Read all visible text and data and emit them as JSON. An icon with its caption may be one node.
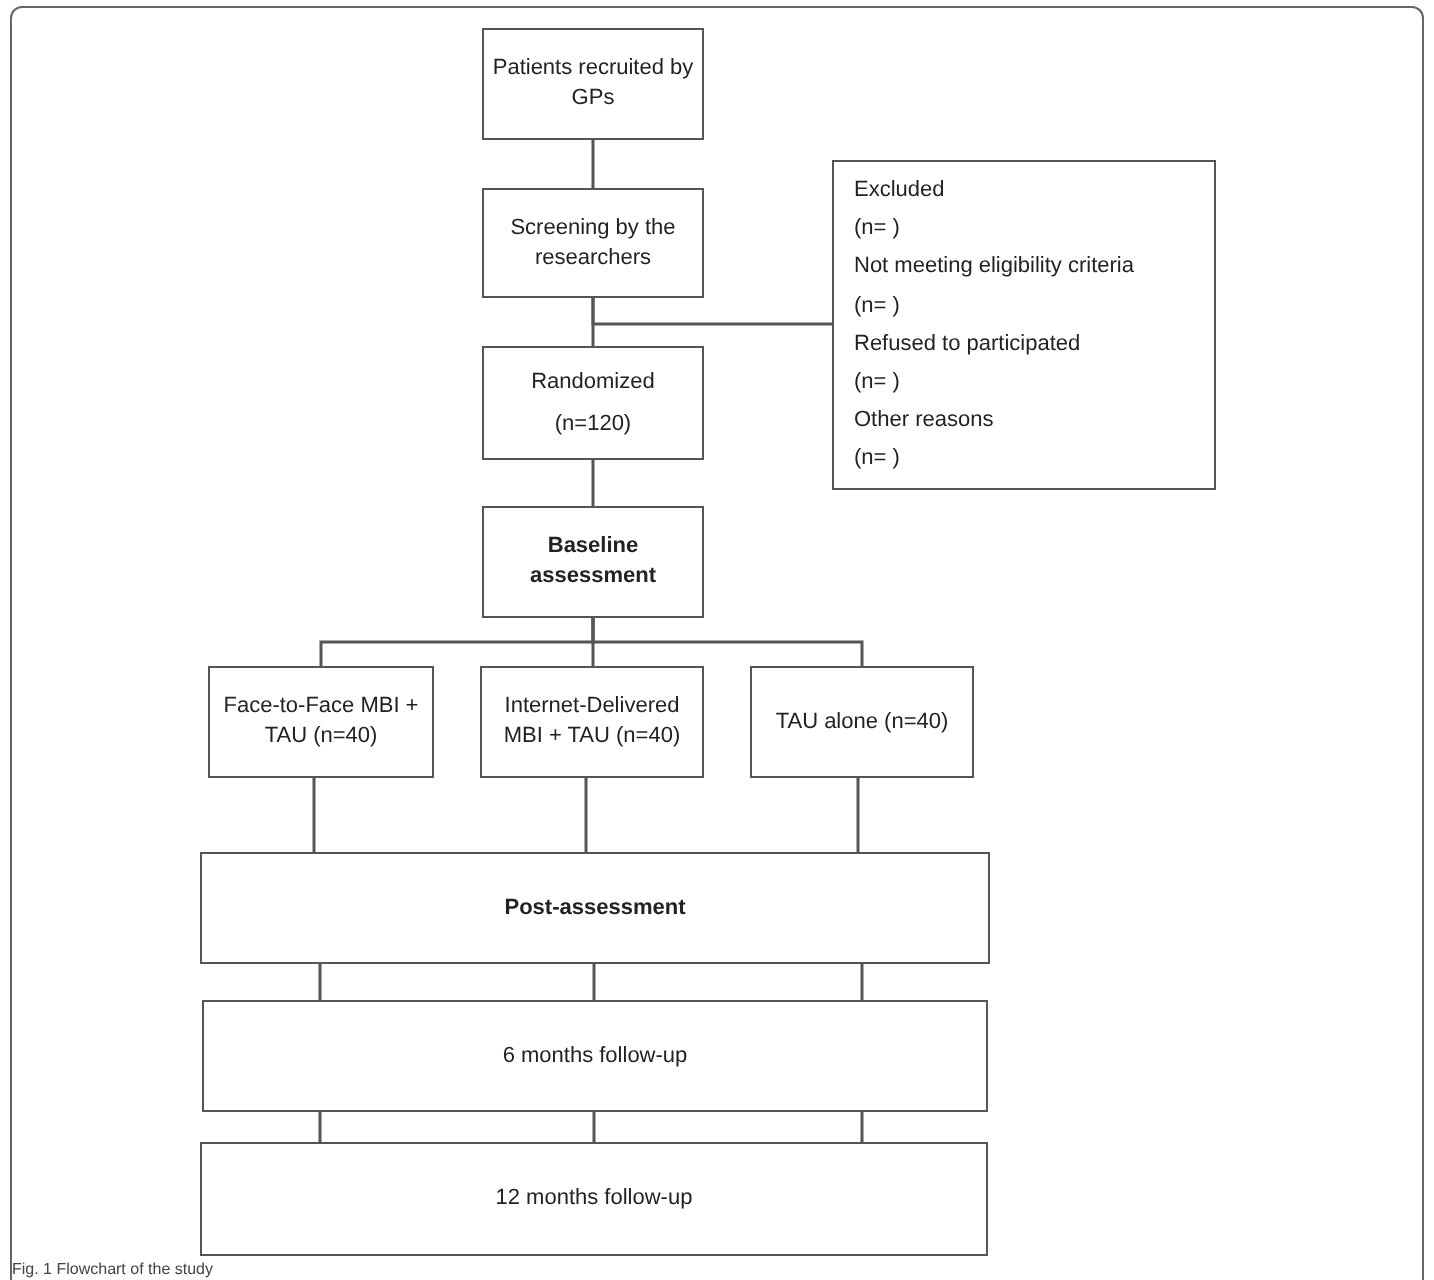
{
  "diagram": {
    "caption": "Fig. 1 Flowchart of the study",
    "nodes": [
      {
        "text": [
          "Patients recruited by GPs"
        ]
      },
      {
        "text": [
          "Screening by the researchers"
        ]
      },
      {
        "text": [
          "Randomized",
          "(n=120)"
        ]
      },
      {
        "text": [
          "Excluded",
          "(n= )",
          "Not meeting eligibility criteria",
          "(n= )",
          "Refused to participated",
          "(n= )",
          "Other reasons",
          "(n= )"
        ]
      },
      {
        "text": [
          "Baseline assessment"
        ]
      },
      {
        "text": [
          "Face-to-Face MBI + TAU (n=40)"
        ]
      },
      {
        "text": [
          "Internet-Delivered MBI + TAU (n=40)"
        ]
      },
      {
        "text": [
          "TAU alone (n=40)"
        ]
      },
      {
        "text": [
          "Post-assessment"
        ]
      },
      {
        "text": [
          "6 months follow-up"
        ]
      },
      {
        "text": [
          "12 months follow-up"
        ]
      }
    ],
    "edges": [
      {
        "from": 0,
        "to": 1,
        "arrow": "none"
      },
      {
        "from": 1,
        "to": 2,
        "arrow": "none"
      },
      {
        "from": 1,
        "to": 3,
        "arrow": "none"
      },
      {
        "from": 2,
        "to": 4,
        "arrow": "none"
      },
      {
        "from": 4,
        "to": 5,
        "arrow": "none"
      },
      {
        "from": 4,
        "to": 6,
        "arrow": "none"
      },
      {
        "from": 4,
        "to": 7,
        "arrow": "none"
      },
      {
        "from": 5,
        "to": 8,
        "arrow": "none"
      },
      {
        "from": 6,
        "to": 8,
        "arrow": "none"
      },
      {
        "from": 7,
        "to": 8,
        "arrow": "none"
      },
      {
        "from": 8,
        "to": 9,
        "arrow": "none"
      },
      {
        "from": 8,
        "to": 9,
        "arrow": "none"
      },
      {
        "from": 8,
        "to": 9,
        "arrow": "none"
      },
      {
        "from": 9,
        "to": 10,
        "arrow": "none"
      },
      {
        "from": 9,
        "to": 10,
        "arrow": "none"
      },
      {
        "from": 9,
        "to": 10,
        "arrow": "none"
      }
    ]
  }
}
